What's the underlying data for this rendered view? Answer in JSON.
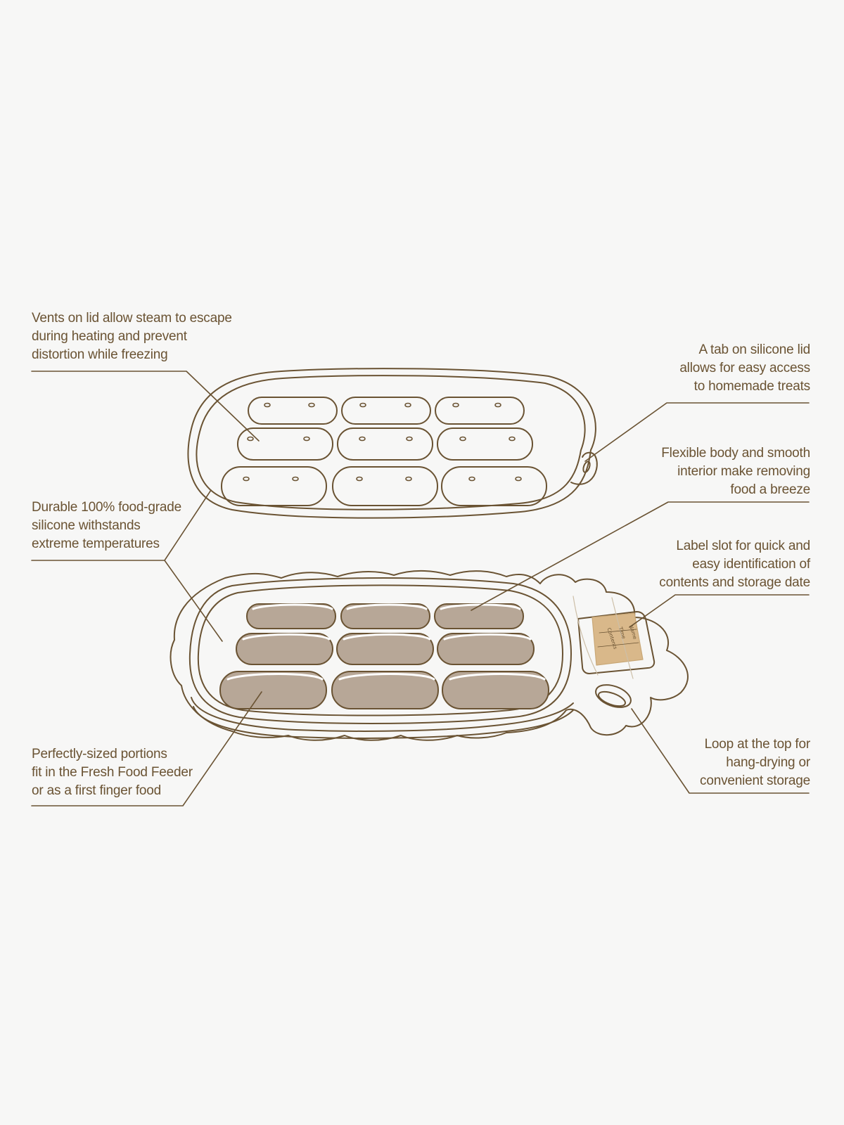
{
  "palette": {
    "background": "#f7f7f6",
    "outline": "#6a5333",
    "portion_fill": "#b7a797",
    "label_fill": "#d9b88a"
  },
  "callouts": {
    "vents": [
      "Vents on lid allow steam to escape",
      "during heating and prevent",
      "distortion while freezing"
    ],
    "silicone": [
      "Durable 100% food-grade",
      "silicone withstands",
      "extreme temperatures"
    ],
    "portions": [
      "Perfectly-sized portions",
      "fit in the Fresh Food Feeder",
      "or as a first finger food"
    ],
    "tab": [
      "A tab on silicone lid",
      "allows for easy access",
      "to homemade treats"
    ],
    "flexible": [
      "Flexible body and smooth",
      "interior make removing",
      "food a breeze"
    ],
    "label_slot": [
      "Label slot for quick and",
      "easy identification of",
      "contents and storage date"
    ],
    "loop": [
      "Loop at the top for",
      "hang-drying or",
      "convenient storage"
    ]
  },
  "label_card": {
    "lines": [
      "Name",
      "Time",
      "Contents"
    ]
  }
}
